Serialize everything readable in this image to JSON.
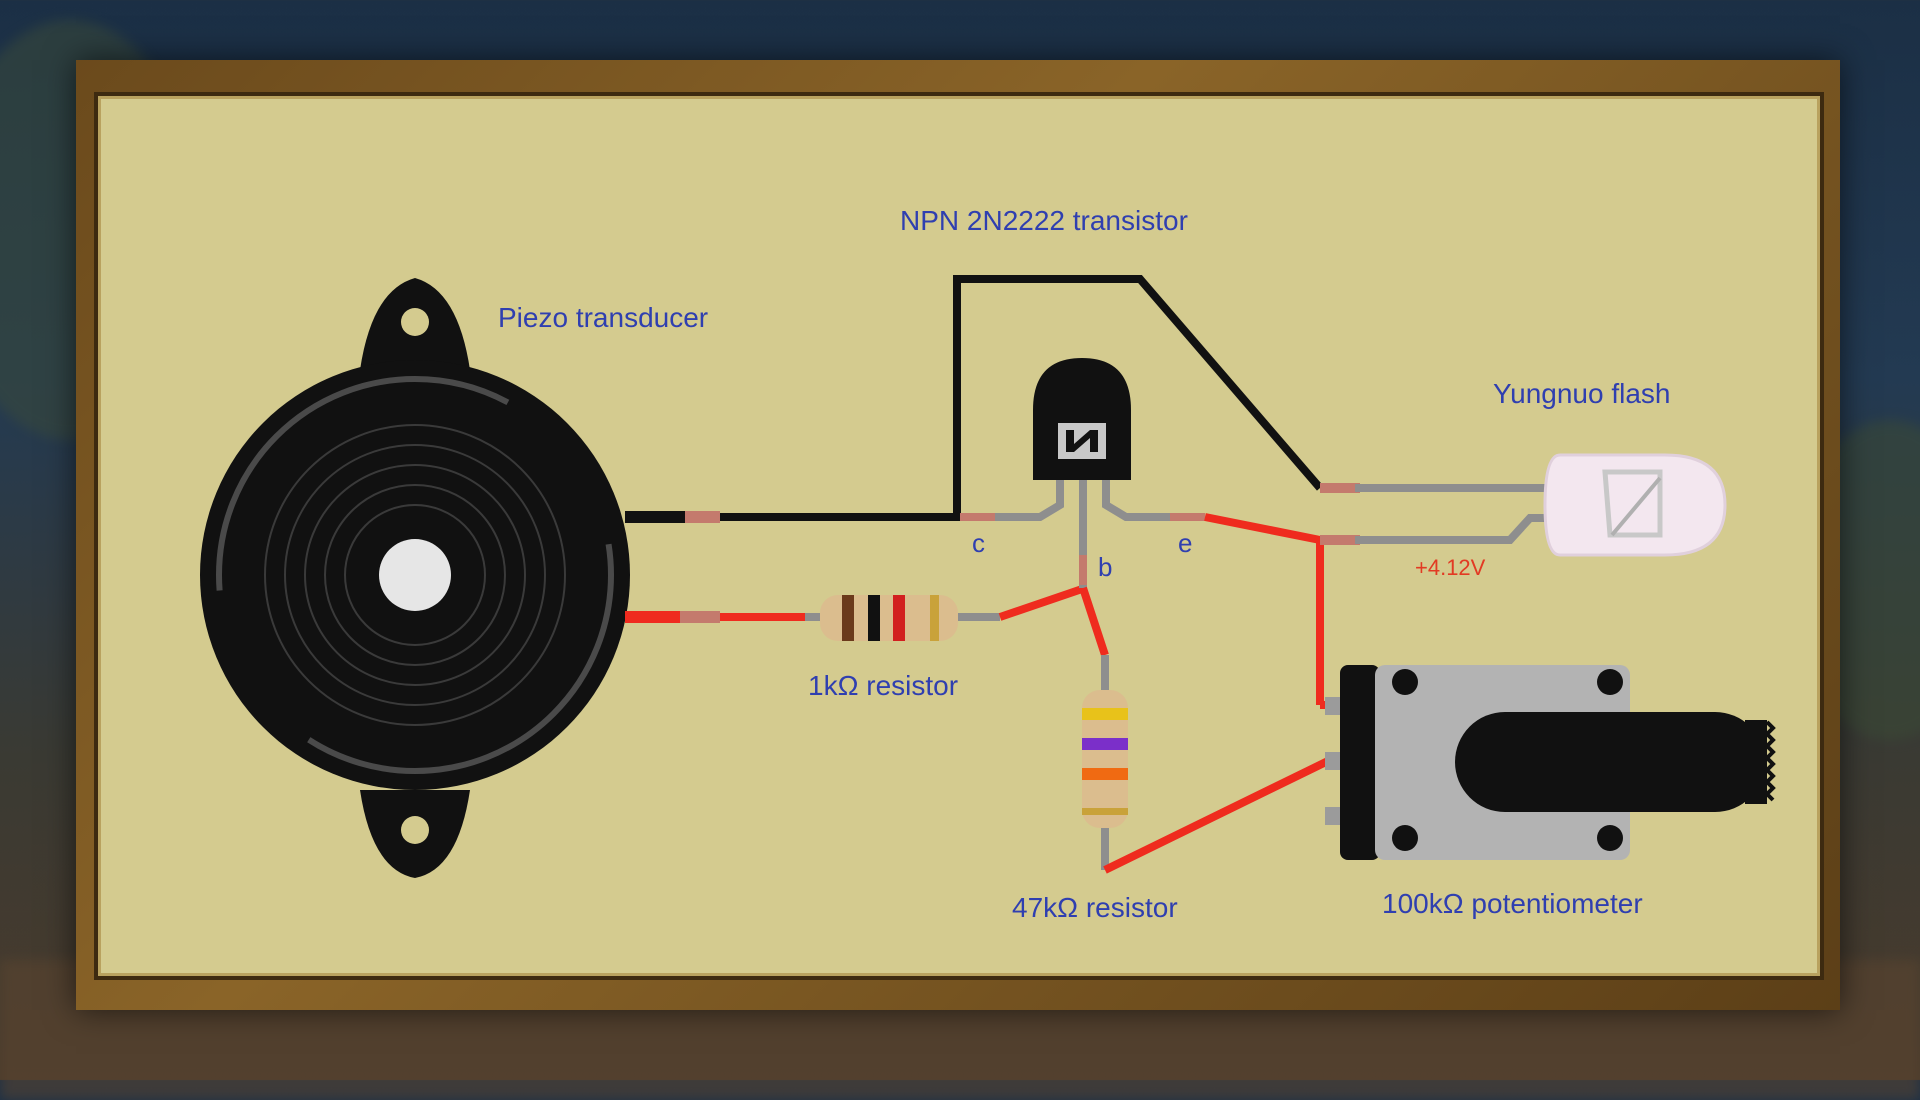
{
  "labels": {
    "transistor": "NPN 2N2222 transistor",
    "piezo": "Piezo transducer",
    "flash": "Yungnuo flash",
    "resistor_1k": "1kΩ resistor",
    "resistor_47k": "47kΩ resistor",
    "potentiometer": "100kΩ potentiometer",
    "voltage": "+4.12V",
    "pin_c": "c",
    "pin_b": "b",
    "pin_e": "e"
  },
  "colors": {
    "board": "#d4cb8f",
    "label_text": "#2f3fb0",
    "wire_red": "#ef2b1e",
    "wire_black": "#111111",
    "wire_gray": "#8e8e8e"
  },
  "icons": {
    "piezo": "piezo-transducer-icon",
    "transistor": "npn-transistor-icon",
    "flash": "flash-bulb-icon",
    "potentiometer": "potentiometer-icon",
    "resistor": "resistor-icon"
  }
}
